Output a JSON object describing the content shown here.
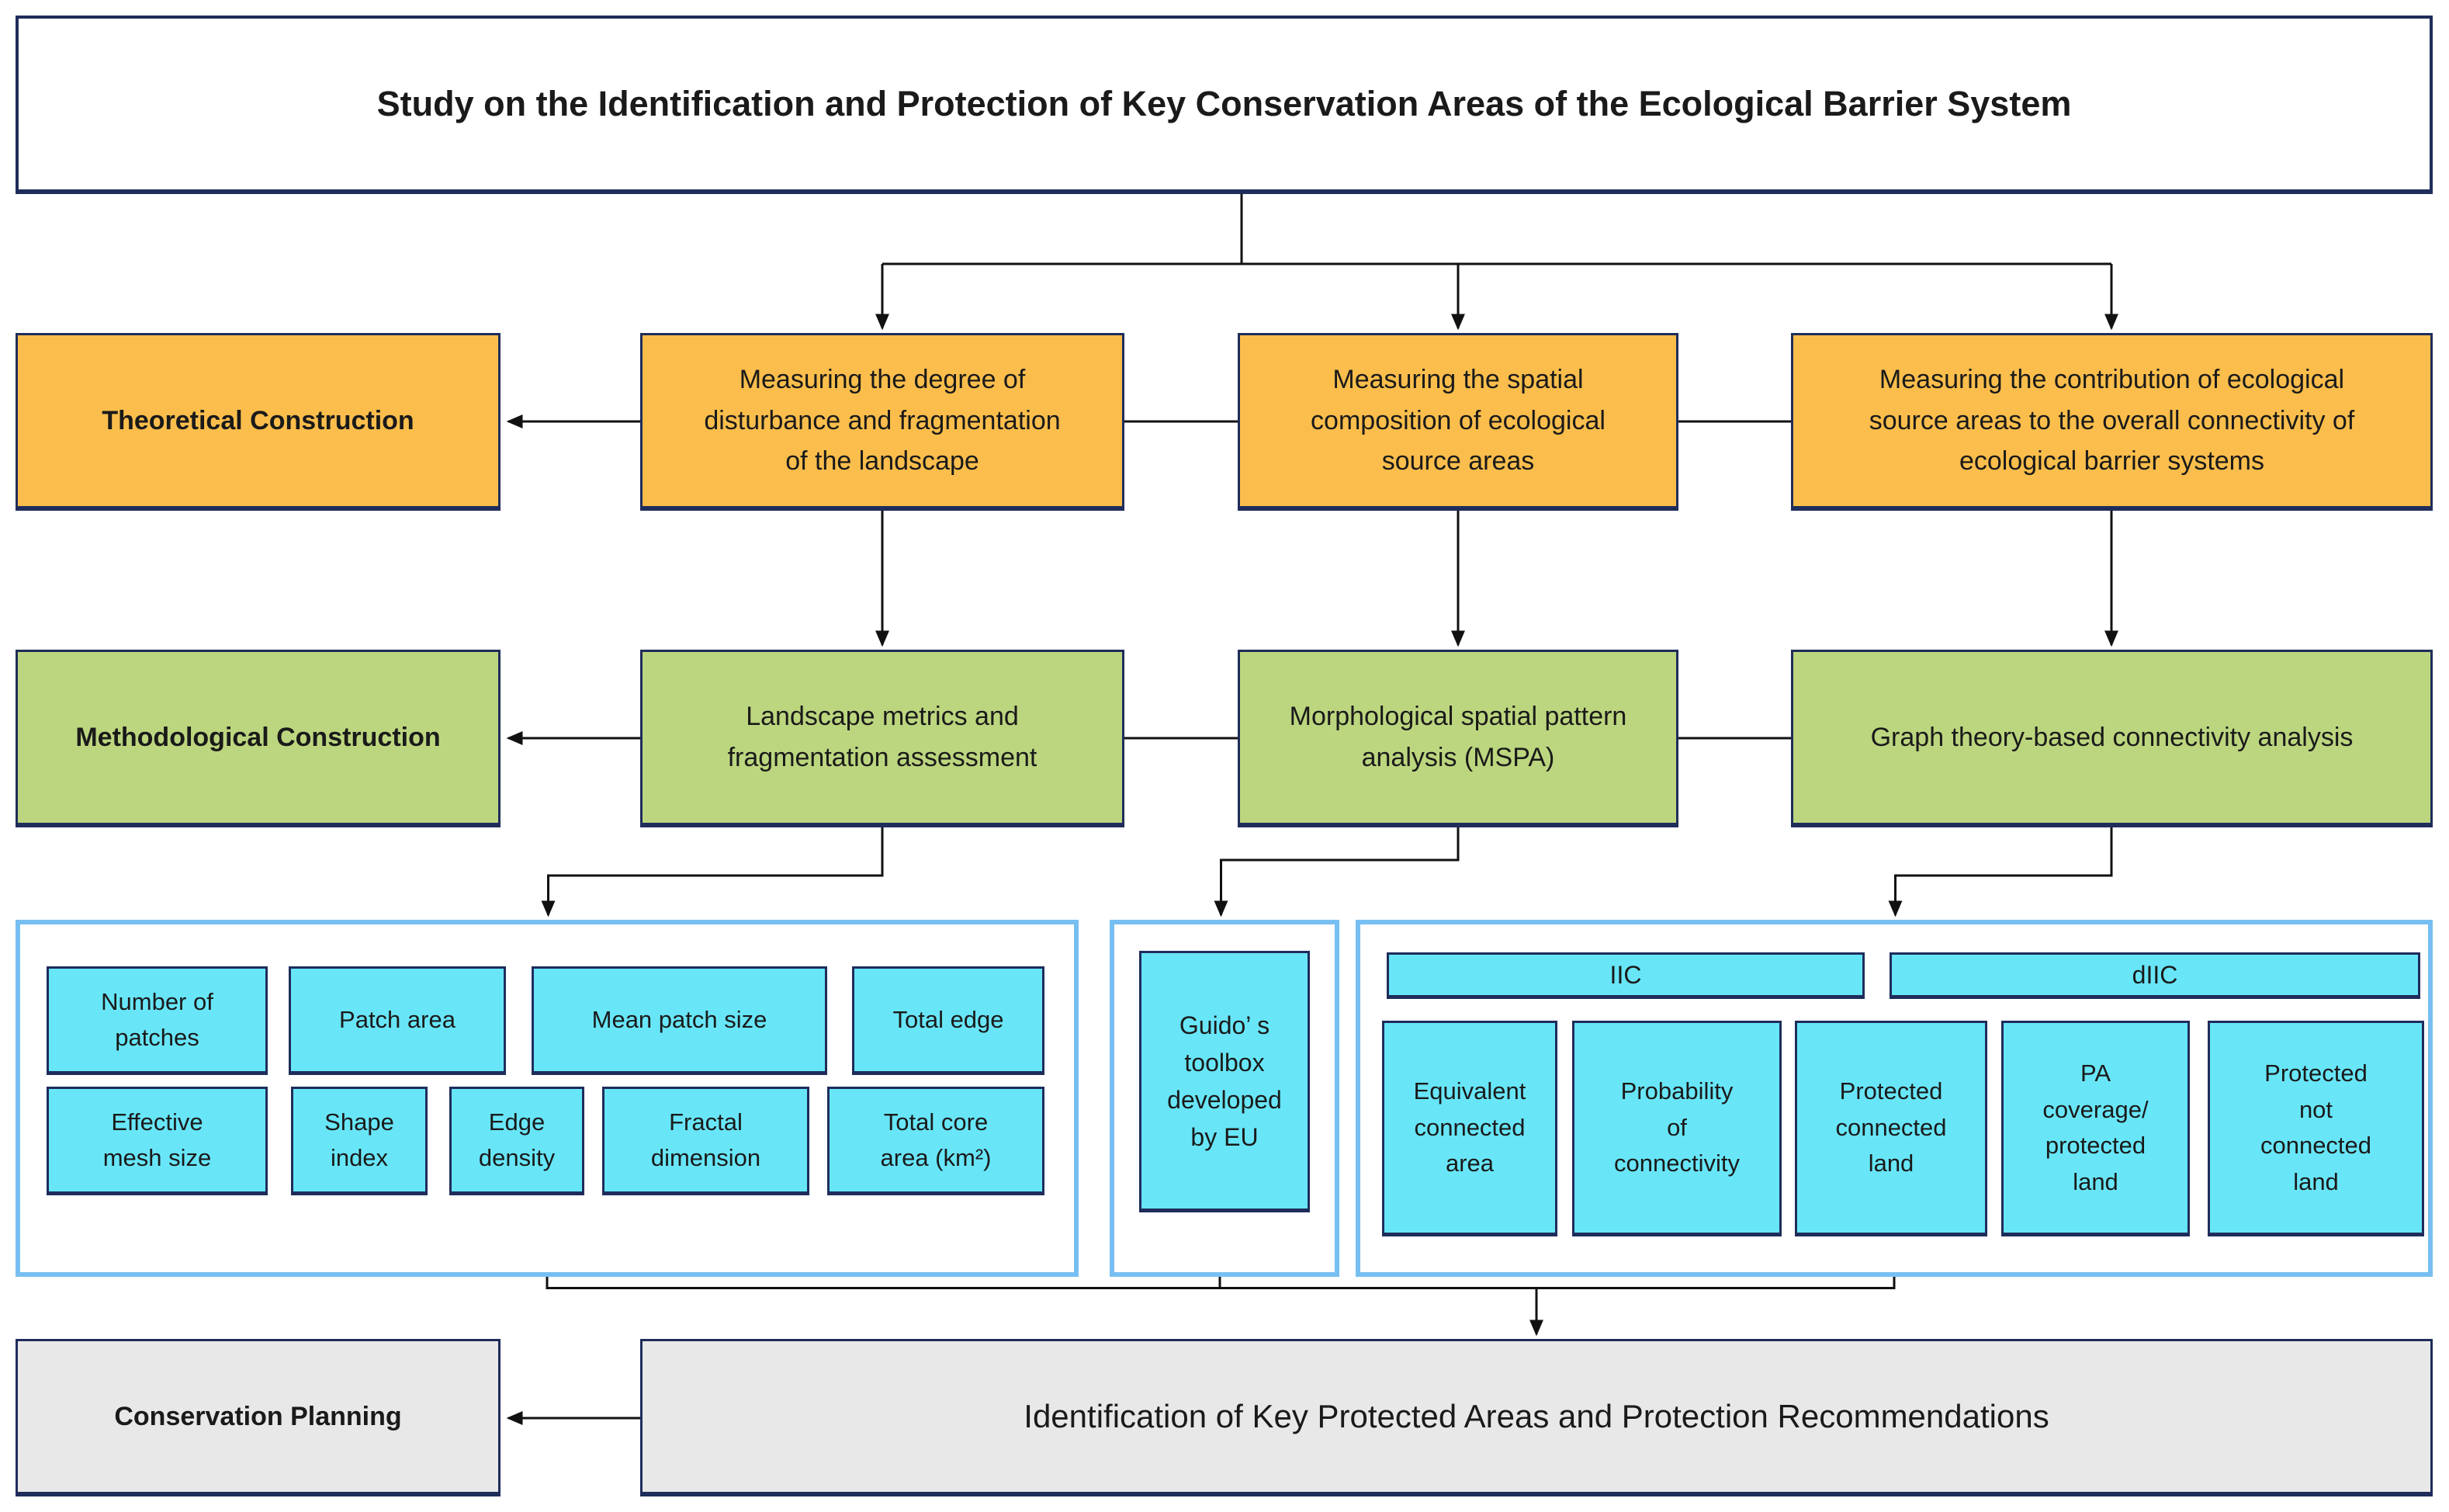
{
  "colors": {
    "navy_border": "#1F2D5B",
    "orange_fill": "#FBBE4C",
    "green_fill": "#BCD67F",
    "cyan_fill": "#68E6F8",
    "skyblue_border": "#77BFF2",
    "gray_fill": "#E9E8E8",
    "line_color": "#111111"
  },
  "title": "Study on the Identification and Protection of Key Conservation Areas of the Ecological Barrier System",
  "theoretical": {
    "label": "Theoretical Construction",
    "boxes": [
      "Measuring the degree of\ndisturbance and fragmentation\nof the landscape",
      "Measuring the spatial\ncomposition of ecological\nsource areas",
      "Measuring the contribution of ecological\nsource areas to the overall connectivity of\necological barrier systems"
    ]
  },
  "methodological": {
    "label": "Methodological Construction",
    "boxes": [
      "Landscape metrics and\nfragmentation assessment",
      "Morphological spatial pattern\nanalysis (MSPA)",
      "Graph theory-based connectivity analysis"
    ]
  },
  "landscape_metrics_group": {
    "row1": [
      "Number of\npatches",
      "Patch area",
      "Mean patch size",
      "Total edge"
    ],
    "row2": [
      "Effective\nmesh size",
      "Shape\nindex",
      "Edge\ndensity",
      "Fractal\ndimension",
      "Total core\narea (km²)"
    ]
  },
  "mspa_group": {
    "box": "Guido’ s\ntoolbox\ndeveloped\nby EU"
  },
  "connectivity_group": {
    "headers": [
      "IIC",
      "dIIC"
    ],
    "boxes": [
      "Equivalent\nconnected\narea",
      "Probability\nof\nconnectivity",
      "Protected\nconnected\nland",
      "PA\ncoverage/\nprotected\nland",
      "Protected\nnot\nconnected\nland"
    ]
  },
  "planning": {
    "label": "Conservation Planning",
    "box": "Identification of Key Protected Areas and Protection Recommendations"
  }
}
